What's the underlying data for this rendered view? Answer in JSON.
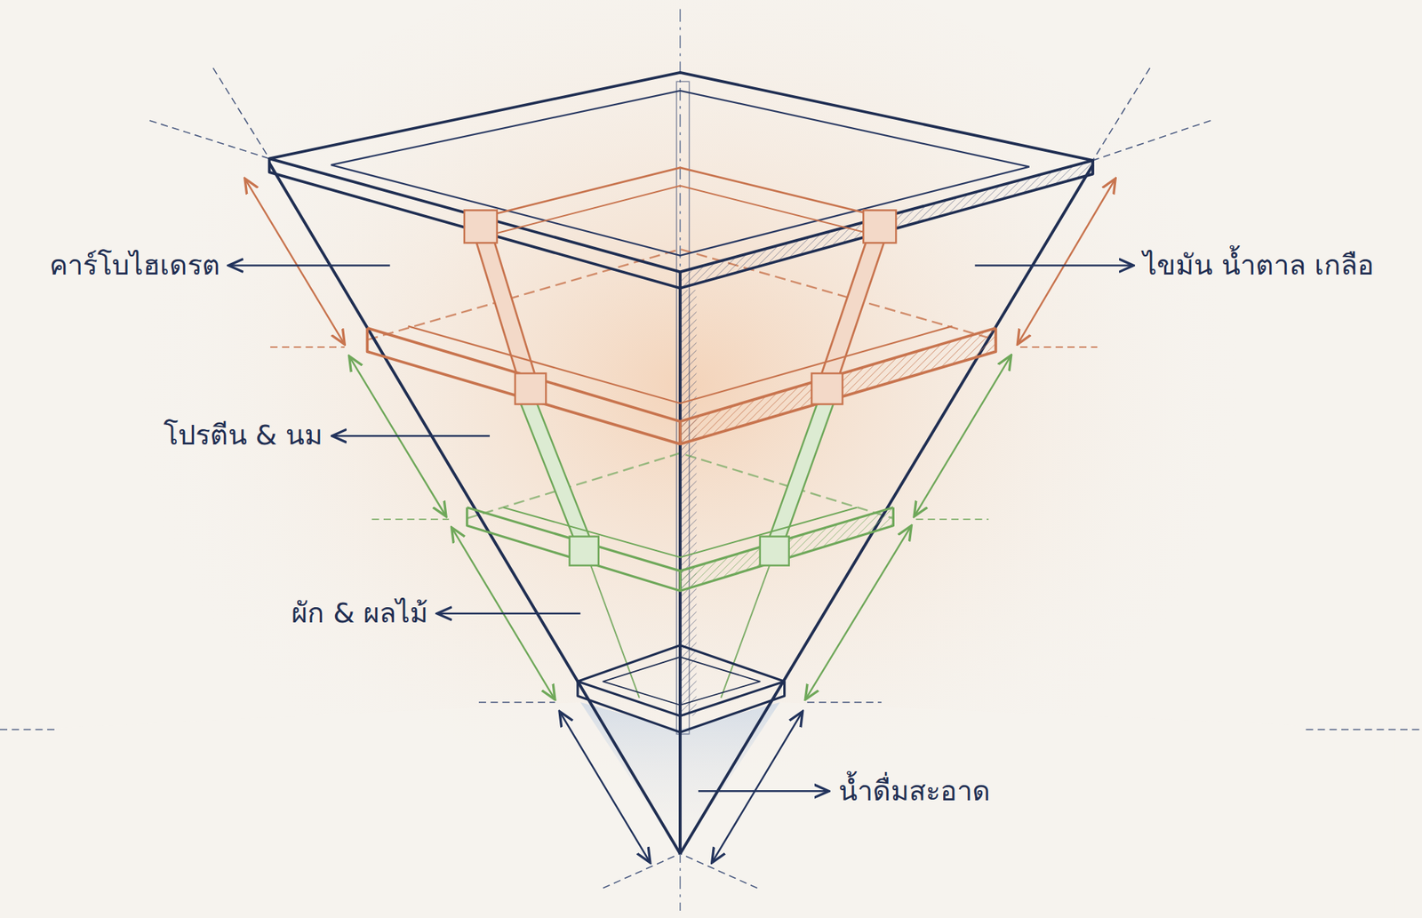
{
  "diagram": {
    "labels": [
      "คาร์โบไฮเดรต",
      "ไขมัน น้ำตาล เกลือ",
      "โปรตีน & นม",
      "ผัก & ผลไม้",
      "น้ำดื่มสะอาด"
    ]
  }
}
